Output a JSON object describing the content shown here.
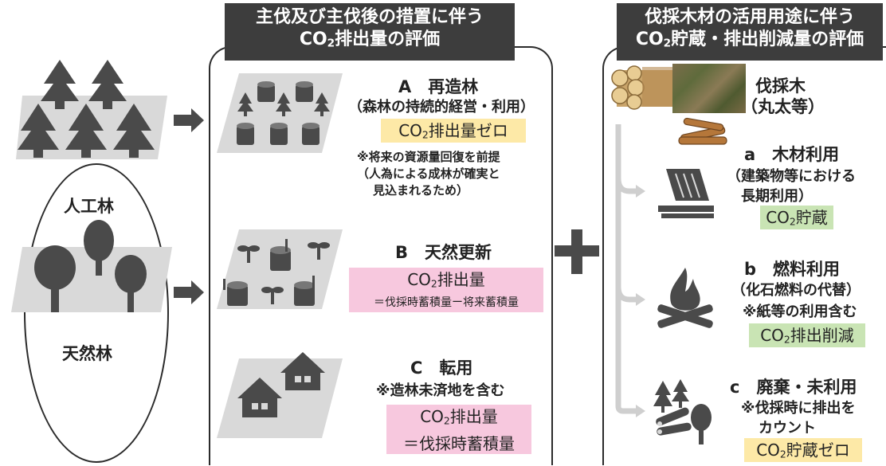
{
  "forest": {
    "planted": "人工林",
    "natural": "天然林"
  },
  "left_header": {
    "line1": "主伐及び主伐後の措置に伴う",
    "line2_prefix": "CO",
    "line2_sub": "2",
    "line2_suffix": "排出量の評価"
  },
  "right_header": {
    "line1": "伐採木材の活用用途に伴う",
    "line2_prefix": "CO",
    "line2_sub": "2",
    "line2_suffix": "貯蔵・排出削減量の評価"
  },
  "case_a": {
    "title": "A　再造林",
    "subtitle": "（森林の持続的経営・利用）",
    "badge_prefix": "CO",
    "badge_sub": "2",
    "badge_suffix": "排出量ゼロ",
    "note1": "※将来の資源量回復を前提",
    "note2": "（人為による成林が確実と",
    "note3": "見込まれるため）"
  },
  "case_b": {
    "title": "B　天然更新",
    "badge_prefix": "CO",
    "badge_sub": "2",
    "badge_suffix": "排出量",
    "formula": "＝伐採時蓄積量ー将来蓄積量"
  },
  "case_c": {
    "title": "C　転用",
    "note": "※造林未済地を含む",
    "badge_prefix": "CO",
    "badge_sub": "2",
    "badge_suffix": "排出量",
    "formula": "＝伐採時蓄積量"
  },
  "plus": "＋",
  "harvest": {
    "title": "伐採木",
    "subtitle": "（丸太等）"
  },
  "use_a": {
    "title": "a　木材利用",
    "line1": "（建築物等における",
    "line2": "長期利用）",
    "badge_prefix": "CO",
    "badge_sub": "2",
    "badge_suffix": "貯蔵"
  },
  "use_b": {
    "title": "b　燃料利用",
    "line1": "（化石燃料の代替）",
    "line2": "※紙等の利用含む",
    "badge_prefix": "CO",
    "badge_sub": "2",
    "badge_suffix": "排出削減"
  },
  "use_c": {
    "title": "c　廃棄・未利用",
    "line1": "※伐採時に排出を",
    "line2": "カウント",
    "badge_prefix": "CO",
    "badge_sub": "2",
    "badge_suffix": "貯蔵ゼロ"
  },
  "colors": {
    "dark": "#3d3d3d",
    "icon": "#4a4a4a",
    "parallelogram": "#d9d9d9",
    "yellow": "#fde9a7",
    "pink": "#f7c8de",
    "green": "#c9e4b4",
    "arrow_light": "#cfcfcf"
  }
}
